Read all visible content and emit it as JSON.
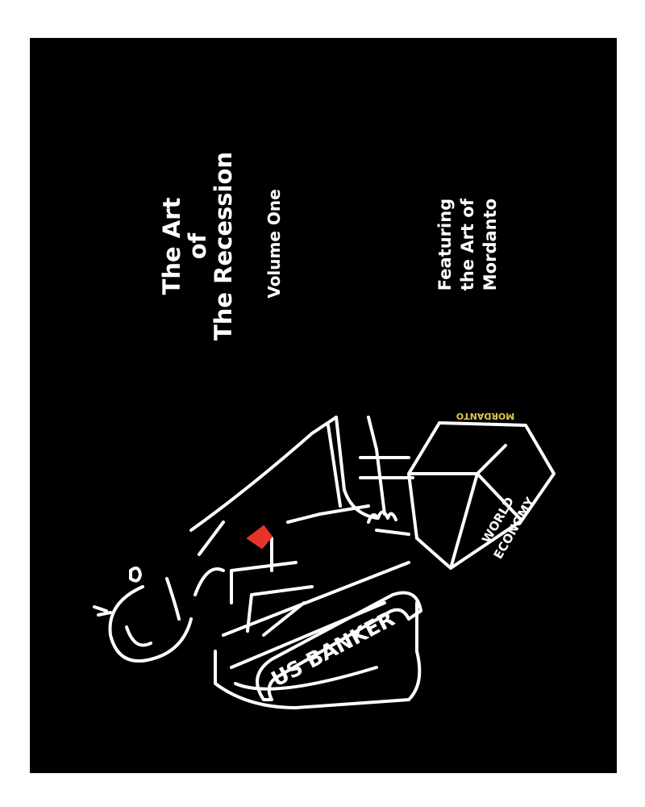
{
  "cover": {
    "title_lines": [
      "The Art",
      "of",
      "The Recession"
    ],
    "subtitle": "Volume One",
    "featuring_lines": [
      "Featuring",
      "the Art of",
      "Mordanto"
    ],
    "illustration": {
      "banker_label": "US BANKER",
      "box_label_lines": [
        "WORLD",
        "ECONOMY"
      ],
      "signature": "MORDANTO"
    },
    "colors": {
      "background": "#000000",
      "ink": "#ffffff",
      "accent": "#e8332a",
      "signature": "#e0c84a"
    }
  }
}
